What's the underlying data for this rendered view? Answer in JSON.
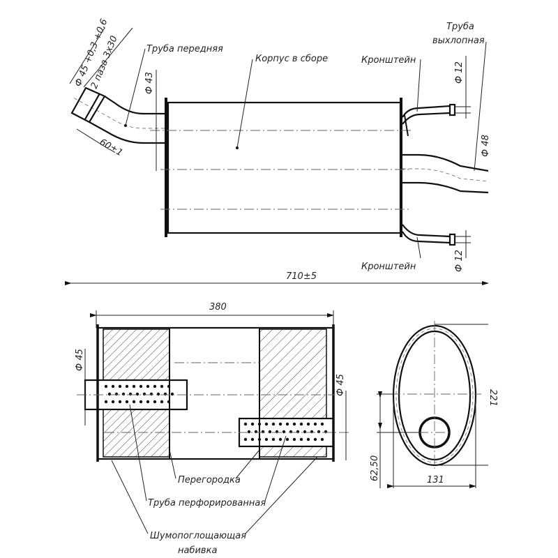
{
  "top_view": {
    "front_pipe_label": "Труба передняя",
    "body_label": "Корпус в сборе",
    "bracket_top_label": "Кронштейн",
    "bracket_bottom_label": "Кронштейн",
    "exhaust_pipe_label_1": "Труба",
    "exhaust_pipe_label_2": "выхлопная",
    "dim_inlet_diameter": "Ф 45 +0,3 +0,6",
    "dim_slots": "2 паза 3x30",
    "dim_pipe_diameter": "Ф 43",
    "dim_slot_length": "60±1",
    "dim_bracket_top": "Ф 12",
    "dim_bracket_bottom": "Ф 12",
    "dim_exhaust": "Ф 48",
    "dim_total_length": "710±5"
  },
  "section_view": {
    "dim_length": "380",
    "dim_left_diameter": "Ф 45",
    "dim_right_diameter": "Ф 45",
    "partition_label": "Перегородка",
    "perforated_pipe_label": "Труба перфорированная",
    "absorber_label_1": "Шумопоглощающая",
    "absorber_label_2": "набивка"
  },
  "end_view": {
    "dim_height": "221",
    "dim_offset": "62,50",
    "dim_width": "131"
  }
}
